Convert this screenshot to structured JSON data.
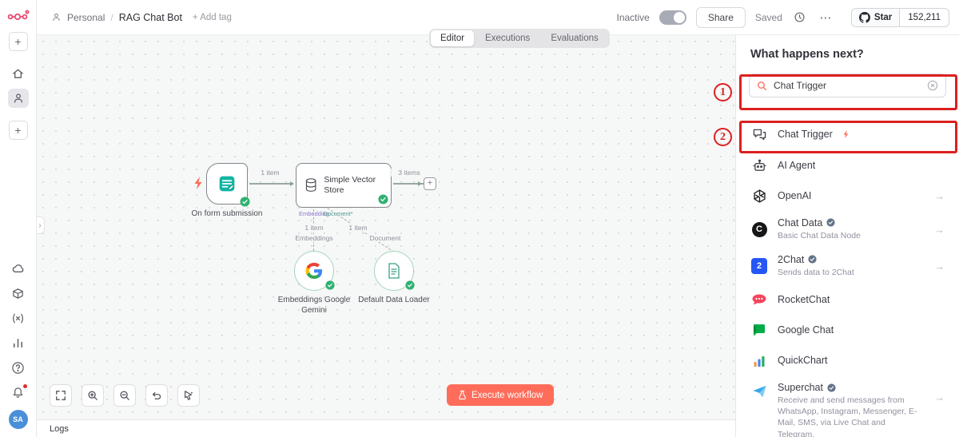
{
  "ui": {
    "plus": "+",
    "arrow": "→",
    "more": "⋯",
    "chevron_right": "›"
  },
  "header": {
    "personal": "Personal",
    "slash": "/",
    "title": "RAG Chat Bot",
    "add_tag": "+ Add tag",
    "inactive": "Inactive",
    "share": "Share",
    "saved": "Saved",
    "star": "Star",
    "star_count": "152,211"
  },
  "tabs": {
    "editor": "Editor",
    "executions": "Executions",
    "evaluations": "Evaluations"
  },
  "rail": {
    "avatar": "SA"
  },
  "canvas": {
    "nodes": {
      "form": {
        "label": "On form submission"
      },
      "vector": {
        "label": "Simple Vector Store",
        "sub_embedding": "Embedding",
        "sub_document": "Document*"
      },
      "gemini": {
        "label": "Embeddings Google Gemini"
      },
      "loader": {
        "label": "Default Data Loader"
      }
    },
    "edges": {
      "form_to_vector": "1 item",
      "vector_out": "3 items",
      "embeddings_count": "1 item",
      "embeddings_label": "Embeddings",
      "document_count": "1 item",
      "document_label": "Document"
    },
    "execute": "Execute workflow",
    "logs": "Logs"
  },
  "panel": {
    "heading": "What happens next?",
    "search_value": "Chat Trigger",
    "items": [
      {
        "label": "Chat Trigger"
      },
      {
        "label": "AI Agent"
      },
      {
        "label": "OpenAI"
      },
      {
        "label": "Chat Data",
        "subtitle": "Basic Chat Data Node",
        "icon_letter": "C"
      },
      {
        "label": "2Chat",
        "subtitle": "Sends data to 2Chat",
        "icon_letter": "2"
      },
      {
        "label": "RocketChat"
      },
      {
        "label": "Google Chat"
      },
      {
        "label": "QuickChart"
      },
      {
        "label": "Superchat",
        "subtitle": "Receive and send messages from WhatsApp, Instagram, Messenger, E-Mail, SMS, via Live Chat and Telegram."
      }
    ]
  },
  "annotations": {
    "first": "1",
    "second": "2"
  },
  "colors": {
    "accent": "#EA4B71",
    "execute_button": "#FF6D5A",
    "annotation_red": "#DD1F1F",
    "success_green": "#2FB170"
  }
}
